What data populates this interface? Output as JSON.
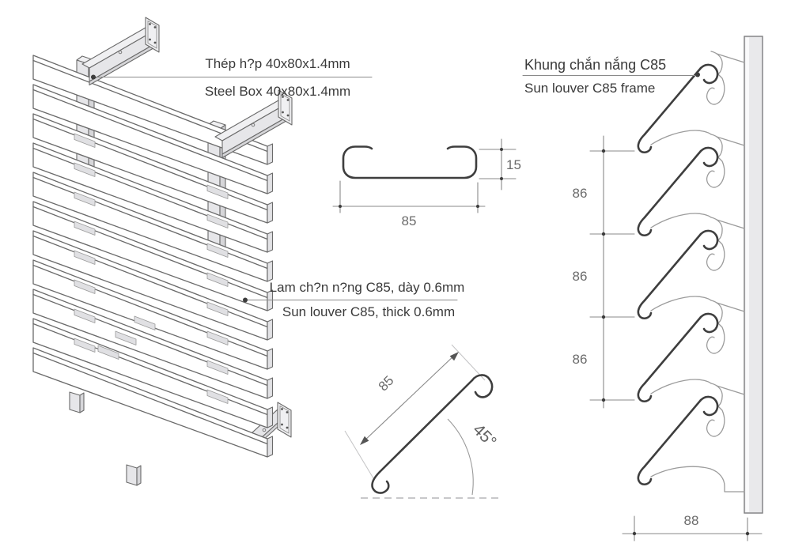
{
  "callouts": {
    "steel_box": {
      "vi": "Thép h?p 40x80x1.4mm",
      "en": "Steel Box 40x80x1.4mm"
    },
    "sun_louver": {
      "vi": "Lam ch?n n?ng C85, dày 0.6mm",
      "en": "Sun louver C85, thick 0.6mm"
    },
    "frame": {
      "vi": "Khung chắn nắng C85",
      "en": "Sun louver C85 frame"
    }
  },
  "dimensions": {
    "profile_height_mm": "15",
    "profile_width_mm": "85",
    "blade_width_mm": "85",
    "tilt_angle": "45°",
    "spacings_mm": [
      "86",
      "86",
      "86"
    ],
    "wall_offset_mm": "88"
  },
  "colors": {
    "background": "#ffffff",
    "outline": "#6a6a6a",
    "dark_profile": "#3e3e3e",
    "clip_gray": "#9b9b9b",
    "dimension_line": "#8a8a8a",
    "callout_text": "#3a3a3a",
    "dimension_text": "#6b6b6b",
    "light_fill": "#ededef",
    "wall_fill": "#e9e9eb"
  }
}
